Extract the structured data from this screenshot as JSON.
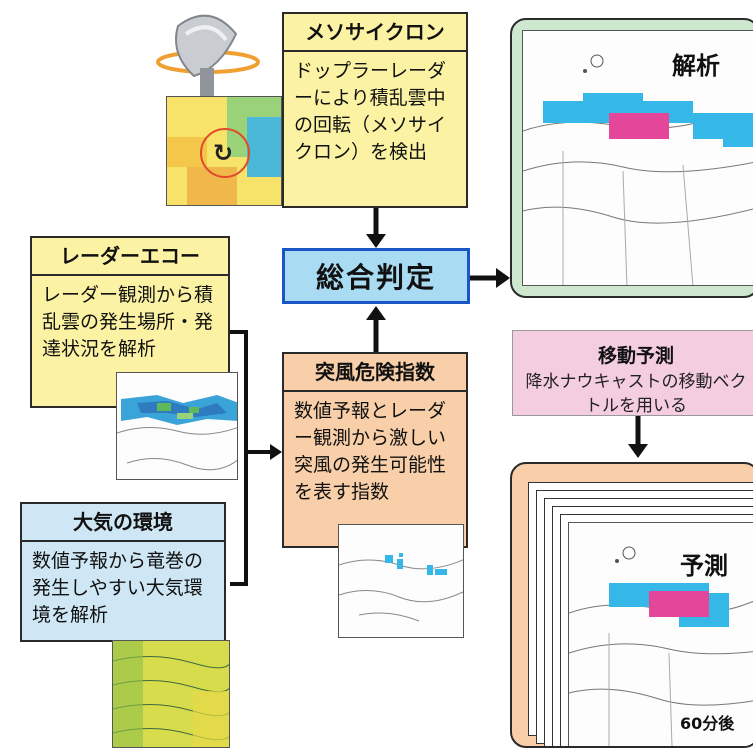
{
  "mesocyclone": {
    "title": "メソサイクロン",
    "description": "ドップラーレーダーにより積乱雲中の回転（メソサイクロン）を検出"
  },
  "radar_echo": {
    "title": "レーダーエコー",
    "description": "レーダー観測から積乱雲の発生場所・発達状況を解析"
  },
  "atmosphere": {
    "title": "大気の環境",
    "description": "数値予報から竜巻の発生しやすい大気環境を解析"
  },
  "judgement": {
    "label": "総合判定"
  },
  "gust_index": {
    "title": "突風危険指数",
    "description": "数値予報とレーダー観測から激しい突風の発生可能性を表す指数"
  },
  "analysis_panel": {
    "label": "解析"
  },
  "movement": {
    "title": "移動予測",
    "description": "降水ナウキャストの移動ベクトルを用いる"
  },
  "forecast_panel": {
    "label": "予測",
    "time_label": "60分後"
  },
  "colors": {
    "yellow_box": "#fbf3a3",
    "blue_box": "#cfe7f5",
    "orange_box": "#f8cfa8",
    "pink_box": "#f5cde0",
    "green_frame": "#cde8cf",
    "judgement_fill": "#a9dcf3",
    "judgement_border": "#1a56c4",
    "echo_cyan": "#35b7e8",
    "echo_magenta": "#e4479a"
  }
}
